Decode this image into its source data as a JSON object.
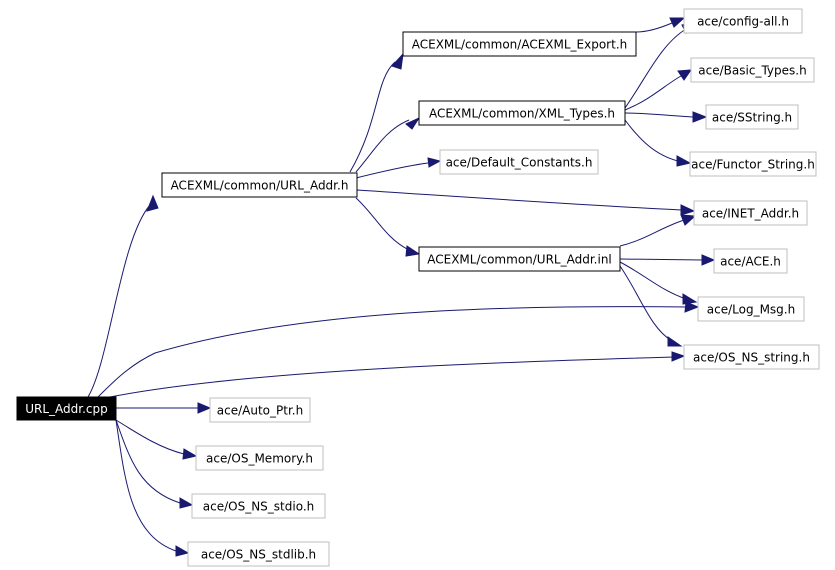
{
  "colors": {
    "edge": "#191970",
    "root_fill": "#000000",
    "root_text": "#ffffff",
    "local_border": "#000000",
    "external_border": "#bfbfbf"
  },
  "nodes": {
    "url_addr_cpp": "URL_Addr.cpp",
    "url_addr_h": "ACEXML/common/URL_Addr.h",
    "acexml_export_h": "ACEXML/common/ACEXML_Export.h",
    "xml_types_h": "ACEXML/common/XML_Types.h",
    "default_constants_h": "ace/Default_Constants.h",
    "url_addr_inl": "ACEXML/common/URL_Addr.inl",
    "config_all_h": "ace/config-all.h",
    "basic_types_h": "ace/Basic_Types.h",
    "sstring_h": "ace/SString.h",
    "functor_string_h": "ace/Functor_String.h",
    "inet_addr_h": "ace/INET_Addr.h",
    "ace_h": "ace/ACE.h",
    "log_msg_h": "ace/Log_Msg.h",
    "os_ns_string_h": "ace/OS_NS_string.h",
    "auto_ptr_h": "ace/Auto_Ptr.h",
    "os_memory_h": "ace/OS_Memory.h",
    "os_ns_stdio_h": "ace/OS_NS_stdio.h",
    "os_ns_stdlib_h": "ace/OS_NS_stdlib.h"
  }
}
